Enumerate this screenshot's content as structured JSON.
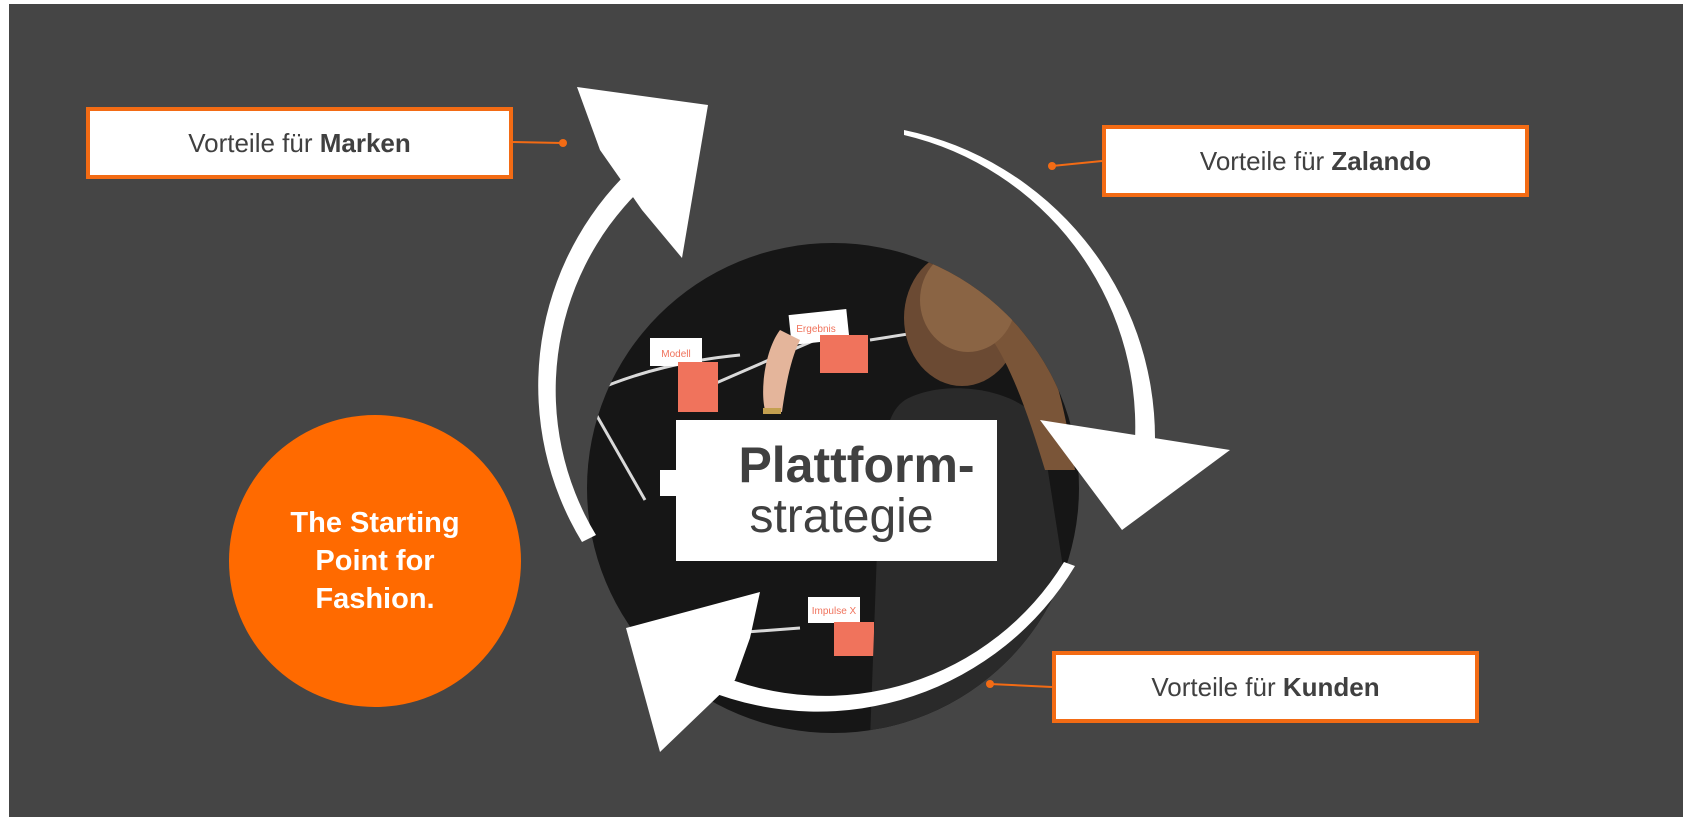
{
  "labels": {
    "marken": {
      "prefix": "Vorteile für ",
      "strong": "Marken"
    },
    "zalando": {
      "prefix": "Vorteile für ",
      "strong": "Zalando"
    },
    "kunden": {
      "prefix": "Vorteile für ",
      "strong": "Kunden"
    }
  },
  "center": {
    "line1": "Plattform-",
    "line2": "strategie"
  },
  "tagline": {
    "line1": "The Starting",
    "line2": "Point for",
    "line3": "Fashion."
  },
  "photo_cards": {
    "card1": "Modell",
    "card2": "Ergebnis",
    "card3": "Impulse X"
  },
  "colors": {
    "background": "#454545",
    "accent": "#ff6a00",
    "box_border": "#f36b14",
    "text": "#404040",
    "arrow": "#ffffff"
  }
}
